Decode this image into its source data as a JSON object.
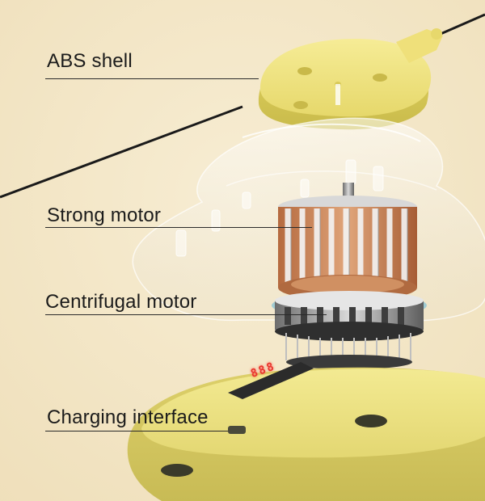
{
  "labels": {
    "abs_shell": "ABS shell",
    "strong_motor": "Strong motor",
    "centrifugal_motor": "Centrifugal motor",
    "charging_interface": "Charging interface"
  },
  "display": {
    "digits": "888"
  },
  "colors": {
    "background": "#f3e6c6",
    "shell_yellow": "#efe37a",
    "base_yellow": "#e9e07c",
    "copper": "#c97a4a",
    "display_red": "#e8362e",
    "leader_line": "#2a2a2a"
  }
}
